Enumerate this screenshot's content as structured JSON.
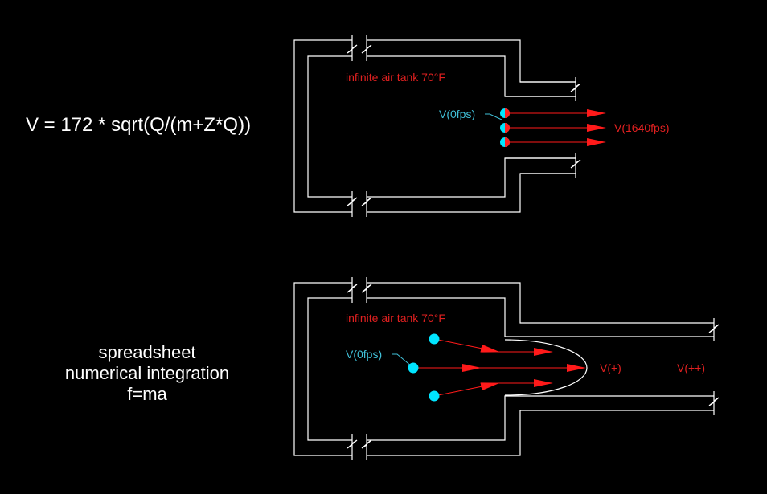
{
  "top_diagram": {
    "tank_label": "infinite air tank 70°F",
    "inlet_label": "V(0fps)",
    "outlet_label": "V(1640fps)",
    "equation": "V = 172 * sqrt(Q/(m+Z*Q))"
  },
  "bottom_diagram": {
    "tank_label": "infinite air tank 70°F",
    "inlet_label": "V(0fps)",
    "profile_label": "V(+)",
    "downstream_label": "V(++)",
    "method_lines": [
      "spreadsheet",
      "numerical integration",
      "f=ma"
    ]
  },
  "colors": {
    "background": "#000000",
    "lines": "#ffffff",
    "red_label": "#e02020",
    "cyan_label": "#40c0d8",
    "dot_cyan": "#00e5ff",
    "dot_red": "#ff2020",
    "arrow": "#ff1a1a"
  }
}
